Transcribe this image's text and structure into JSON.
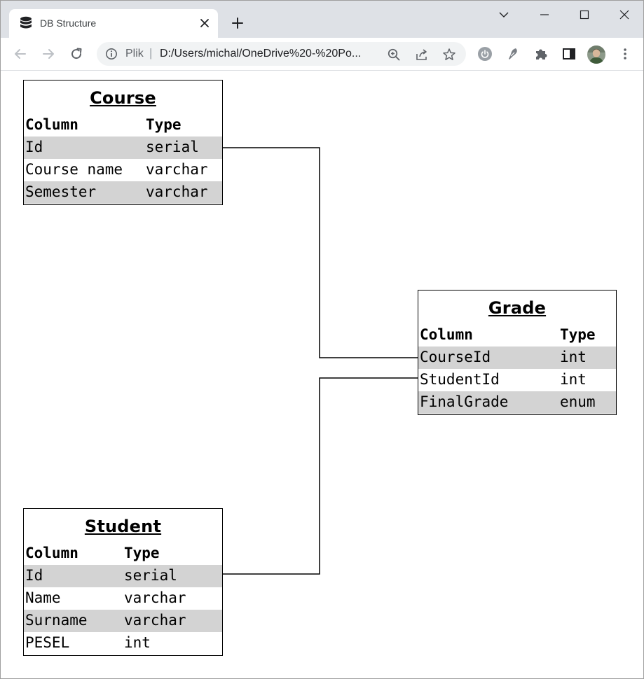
{
  "browser": {
    "tab_title": "DB Structure",
    "omnibox": {
      "scheme_label": "Plik",
      "separator": "|",
      "url": "D:/Users/michal/OneDrive%20-%20Po..."
    },
    "icons": {
      "tab": "database-icon",
      "close": "close-icon",
      "new_tab": "plus-icon",
      "back": "arrow-left-icon",
      "forward": "arrow-right-icon",
      "reload": "reload-icon",
      "info": "info-icon",
      "zoom": "zoom-icon",
      "share": "share-icon",
      "bookmark": "star-icon",
      "extensions": [
        "power-icon",
        "feather-icon",
        "puzzle-icon",
        "side-panel-icon"
      ],
      "menu": "kebab-menu-icon"
    },
    "colors": {
      "tabstrip": "#dee1e6",
      "omnibox": "#f1f3f4",
      "icon": "#5f6368"
    }
  },
  "diagram": {
    "header_column": "Column",
    "header_type": "Type",
    "row_shade": "#d3d3d3",
    "tables": {
      "course": {
        "name": "Course",
        "rows": [
          {
            "column": "Id",
            "type": "serial"
          },
          {
            "column": "Course name",
            "type": "varchar"
          },
          {
            "column": "Semester",
            "type": "varchar"
          }
        ]
      },
      "grade": {
        "name": "Grade",
        "rows": [
          {
            "column": "CourseId",
            "type": "int"
          },
          {
            "column": "StudentId",
            "type": "int"
          },
          {
            "column": "FinalGrade",
            "type": "enum"
          }
        ]
      },
      "student": {
        "name": "Student",
        "rows": [
          {
            "column": "Id",
            "type": "serial"
          },
          {
            "column": "Name",
            "type": "varchar"
          },
          {
            "column": "Surname",
            "type": "varchar"
          },
          {
            "column": "PESEL",
            "type": "int"
          }
        ]
      }
    },
    "relations": [
      {
        "from": "Course.Id",
        "to": "Grade.CourseId"
      },
      {
        "from": "Student.Id",
        "to": "Grade.StudentId"
      }
    ]
  }
}
